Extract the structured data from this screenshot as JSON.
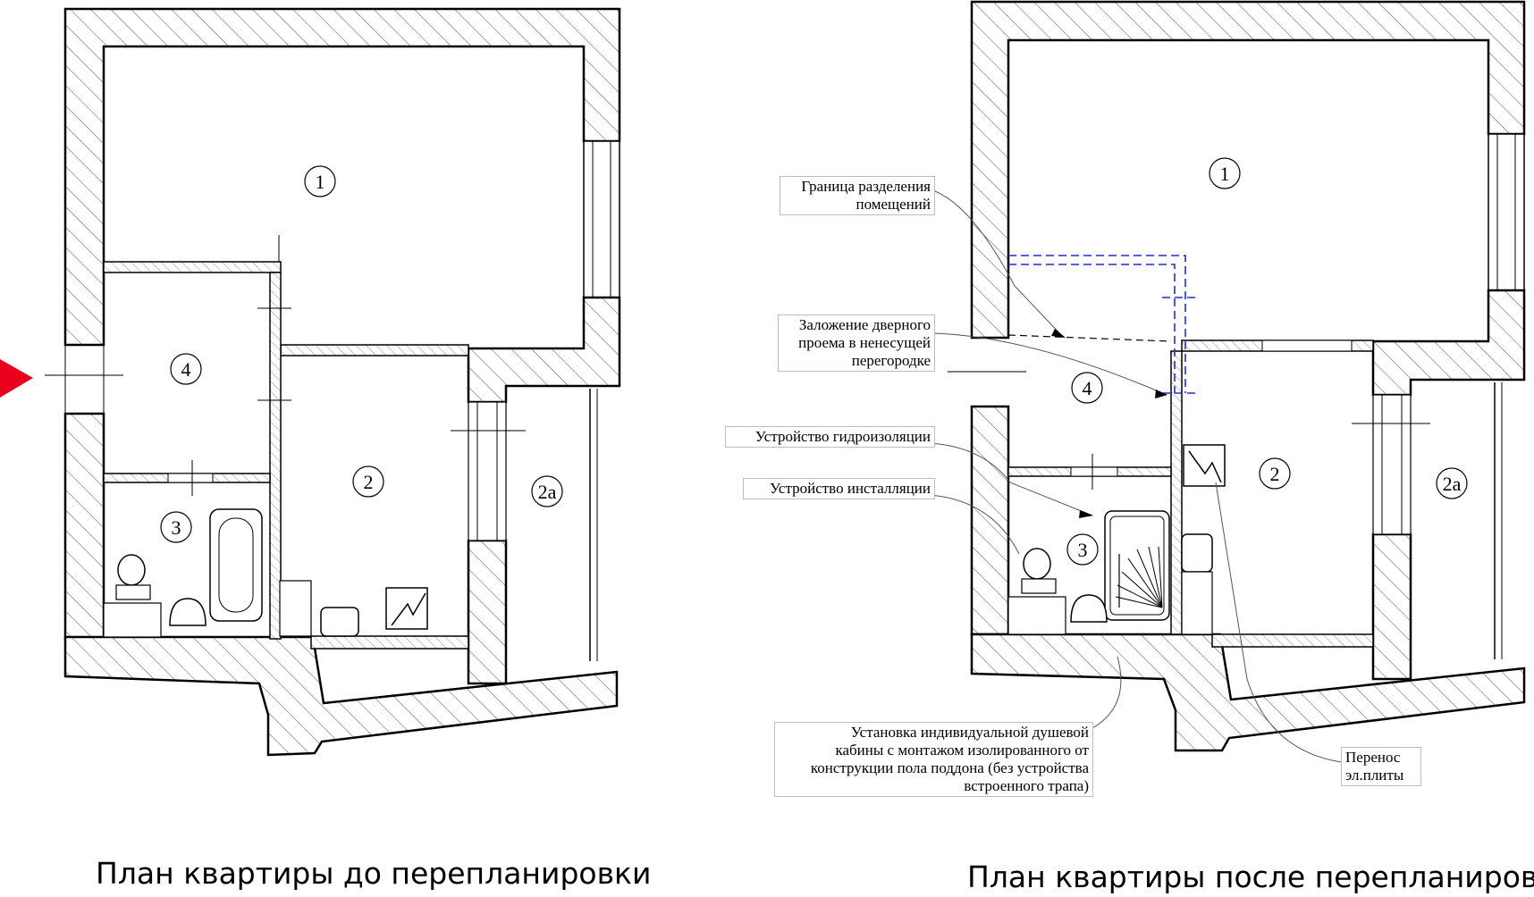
{
  "before": {
    "caption": "План квартиры до перепланировки",
    "rooms": {
      "r1": "1",
      "r2": "2",
      "r2a": "2a",
      "r3": "3",
      "r4": "4"
    }
  },
  "after": {
    "caption": "План квартиры после перепланировки",
    "rooms": {
      "r1": "1",
      "r2": "2",
      "r2a": "2a",
      "r3": "3",
      "r4": "4"
    }
  },
  "annotations": {
    "boundary": [
      "Граница разделения",
      "помещений"
    ],
    "doorway": [
      "Заложение дверного",
      "проема в ненесущей",
      "перегородке"
    ],
    "waterproofing": [
      "Устройство гидроизоляции"
    ],
    "installation": [
      "Устройство инсталляции"
    ],
    "shower": [
      "Установка индивидуальной душевой",
      "кабины с монтажом изолированного от",
      "конструкции пола поддона (без устройства",
      "встроенного трапа)"
    ],
    "stove": [
      "Перенос",
      "эл.плиты"
    ]
  },
  "colors": {
    "marker": "#e8001c",
    "new_partition": "#1f2fd6",
    "wall": "#000000"
  }
}
